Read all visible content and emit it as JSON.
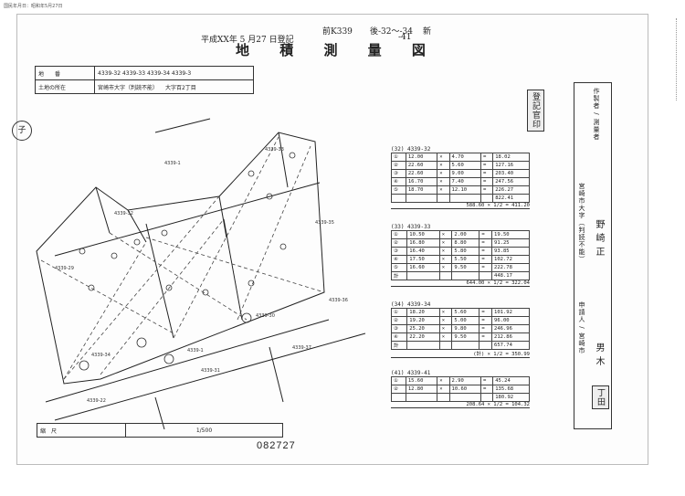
{
  "stamp": "国民年月日：昭和年5月27日",
  "header": {
    "date_line": "平成XX年 5 月27 日登記",
    "ref_mark": "前K339",
    "ref_extra": "後-32〜-34",
    "ref_sub": "-41",
    "ref_new": "新",
    "title": "地 積 測 量 図"
  },
  "info_table": {
    "lot_label": "地　　番",
    "lot_value": "4339-32  4339-33  4339-34  4339-3",
    "loc_label": "土地の所在",
    "loc_value": "宮崎市大字（判読不能）",
    "loc_extra": "大字百2丁目"
  },
  "scale": {
    "label": "縮　尺",
    "value": "1/500"
  },
  "doc_number": "082727",
  "plot_labels": [
    "4339-1",
    "4339-32",
    "4339-33",
    "4339-34",
    "4339-35",
    "4339-36",
    "4339-37",
    "4339-1",
    "4339-31",
    "4339-22",
    "4339-30",
    "4339-29"
  ],
  "calc_blocks": [
    {
      "head": "(32) 4339-32",
      "rows": [
        [
          "①",
          "12.00",
          "4.70",
          "=",
          "18.02"
        ],
        [
          "②",
          "22.60",
          "5.60",
          "=",
          "127.16"
        ],
        [
          "③",
          "22.60",
          "9.00",
          "=",
          "203.40"
        ],
        [
          "④",
          "16.70",
          "7.40",
          "=",
          "247.56"
        ],
        [
          "⑤",
          "18.70",
          "12.10",
          "=",
          "226.27"
        ],
        [
          "",
          "",
          "",
          "",
          "822.41"
        ]
      ],
      "total": "588.60 × 1/2 = 411.20"
    },
    {
      "head": "(33) 4339-33",
      "rows": [
        [
          "①",
          "10.50",
          "2.00",
          "=",
          "19.50"
        ],
        [
          "②",
          "16.80",
          "8.80",
          "=",
          "91.25"
        ],
        [
          "③",
          "16.40",
          "5.80",
          "=",
          "93.85"
        ],
        [
          "④",
          "17.50",
          "5.50",
          "=",
          "102.72"
        ],
        [
          "⑤",
          "16.60",
          "9.50",
          "=",
          "222.78"
        ],
        [
          "計",
          "",
          "",
          "",
          "448.17"
        ]
      ],
      "total": "644.00 × 1/2 = 322.04"
    },
    {
      "head": "(34) 4339-34",
      "rows": [
        [
          "①",
          "18.20",
          "5.60",
          "=",
          "101.92"
        ],
        [
          "②",
          "19.20",
          "5.00",
          "=",
          "96.00"
        ],
        [
          "③",
          "25.20",
          "9.80",
          "=",
          "246.96"
        ],
        [
          "④",
          "22.20",
          "9.50",
          "=",
          "212.86"
        ],
        [
          "計",
          "",
          "",
          "",
          "657.74"
        ]
      ],
      "total": "(計) × 1/2 = 350.99"
    },
    {
      "head": "(41) 4339-41",
      "rows": [
        [
          "①",
          "15.60",
          "2.90",
          "=",
          "45.24"
        ],
        [
          "②",
          "12.80",
          "10.60",
          "=",
          "135.68"
        ],
        [
          "",
          "",
          "",
          "",
          "180.92"
        ]
      ],
      "total": "208.64 × 1/2 = 104.32"
    }
  ],
  "side_panel": {
    "col_a": "作製者 / 測量者",
    "col_b": "宮崎市大字（判読不能）",
    "col_c": "申請人 / 宮崎市",
    "surveyor": "野 崎 正",
    "applicant": "男 木",
    "stamp1": "登記官印",
    "stamp2": "丁田"
  }
}
